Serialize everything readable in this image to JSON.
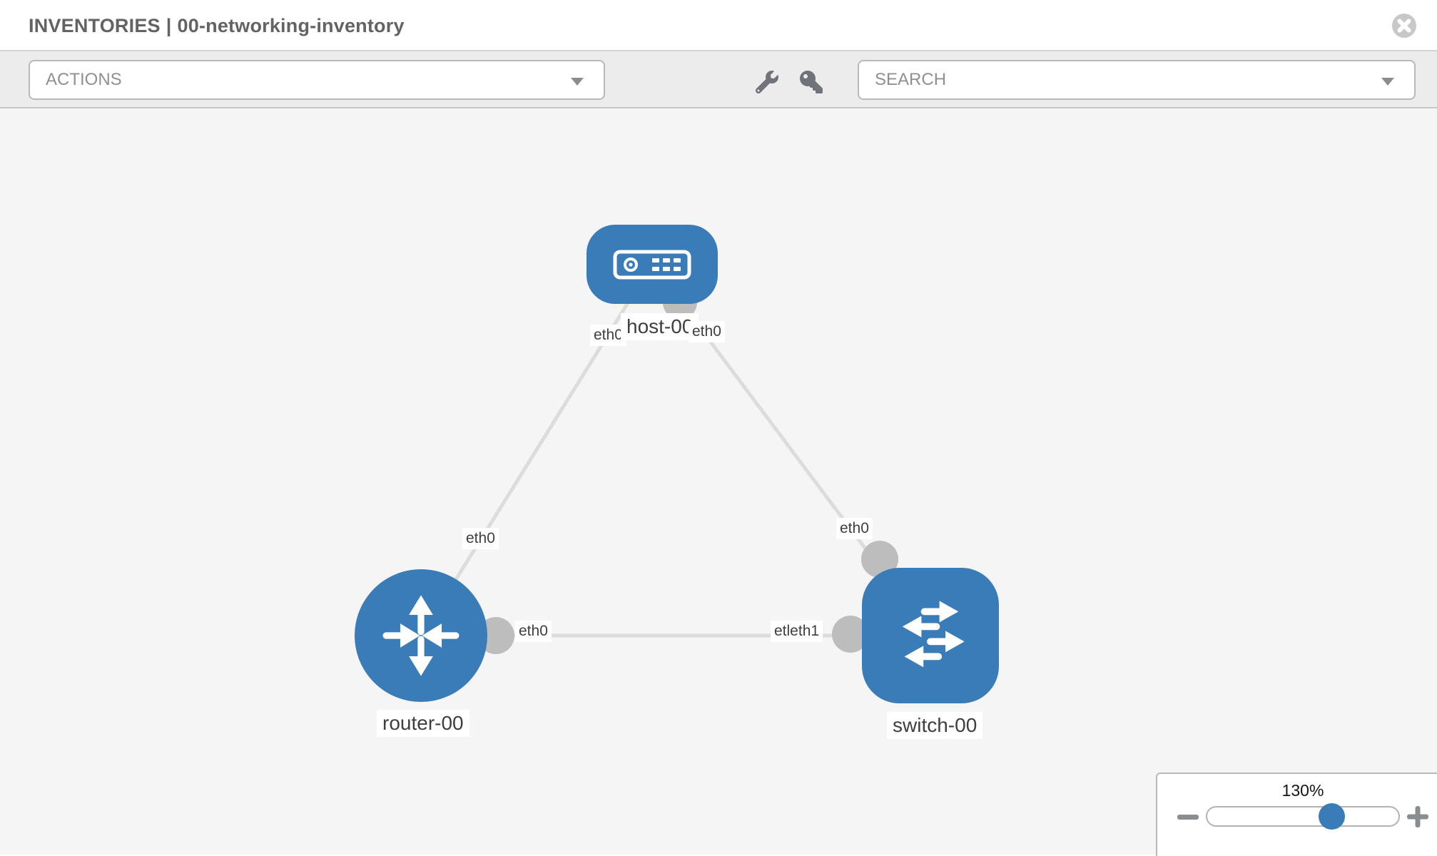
{
  "header": {
    "section": "INVENTORIES",
    "separator": "|",
    "inventory_name": "00-networking-inventory"
  },
  "toolbar": {
    "actions_label": "ACTIONS",
    "search_label": "SEARCH",
    "icon_buttons": [
      "wrench-icon",
      "key-icon"
    ]
  },
  "topology": {
    "nodes": [
      {
        "id": "host-00",
        "type": "host",
        "label": "host-00"
      },
      {
        "id": "router-00",
        "type": "router",
        "label": "router-00"
      },
      {
        "id": "switch-00",
        "type": "switch",
        "label": "switch-00"
      }
    ],
    "links": [
      {
        "from": "host-00",
        "from_interface": "eth0",
        "to": "router-00",
        "to_interface": "eth0"
      },
      {
        "from": "host-00",
        "from_interface": "eth0",
        "to": "switch-00",
        "to_interface": "eth0"
      },
      {
        "from": "router-00",
        "from_interface": "eth0",
        "to": "switch-00",
        "to_interface": "etleth1"
      }
    ],
    "labels": {
      "host_name": "host-00",
      "router_name": "router-00",
      "switch_name": "switch-00",
      "host_if_left": "eth0",
      "host_if_right": "eth0",
      "router_if_host": "eth0",
      "switch_if_host": "eth0",
      "router_if_switch": "eth0",
      "switch_if_router": "etleth1"
    }
  },
  "zoom_control": {
    "level": "130%",
    "minus_icon": "minus-icon",
    "plus_icon": "plus-icon"
  },
  "colors": {
    "node_blue": "#3a7cb8",
    "link_gray": "#dcdcdc",
    "connector_gray": "#bdbdbd",
    "canvas_bg": "#f5f5f5",
    "toolbar_bg": "#ececec",
    "title_text": "#636363",
    "label_text": "#3e3e3e",
    "muted_text": "#8e9193"
  }
}
